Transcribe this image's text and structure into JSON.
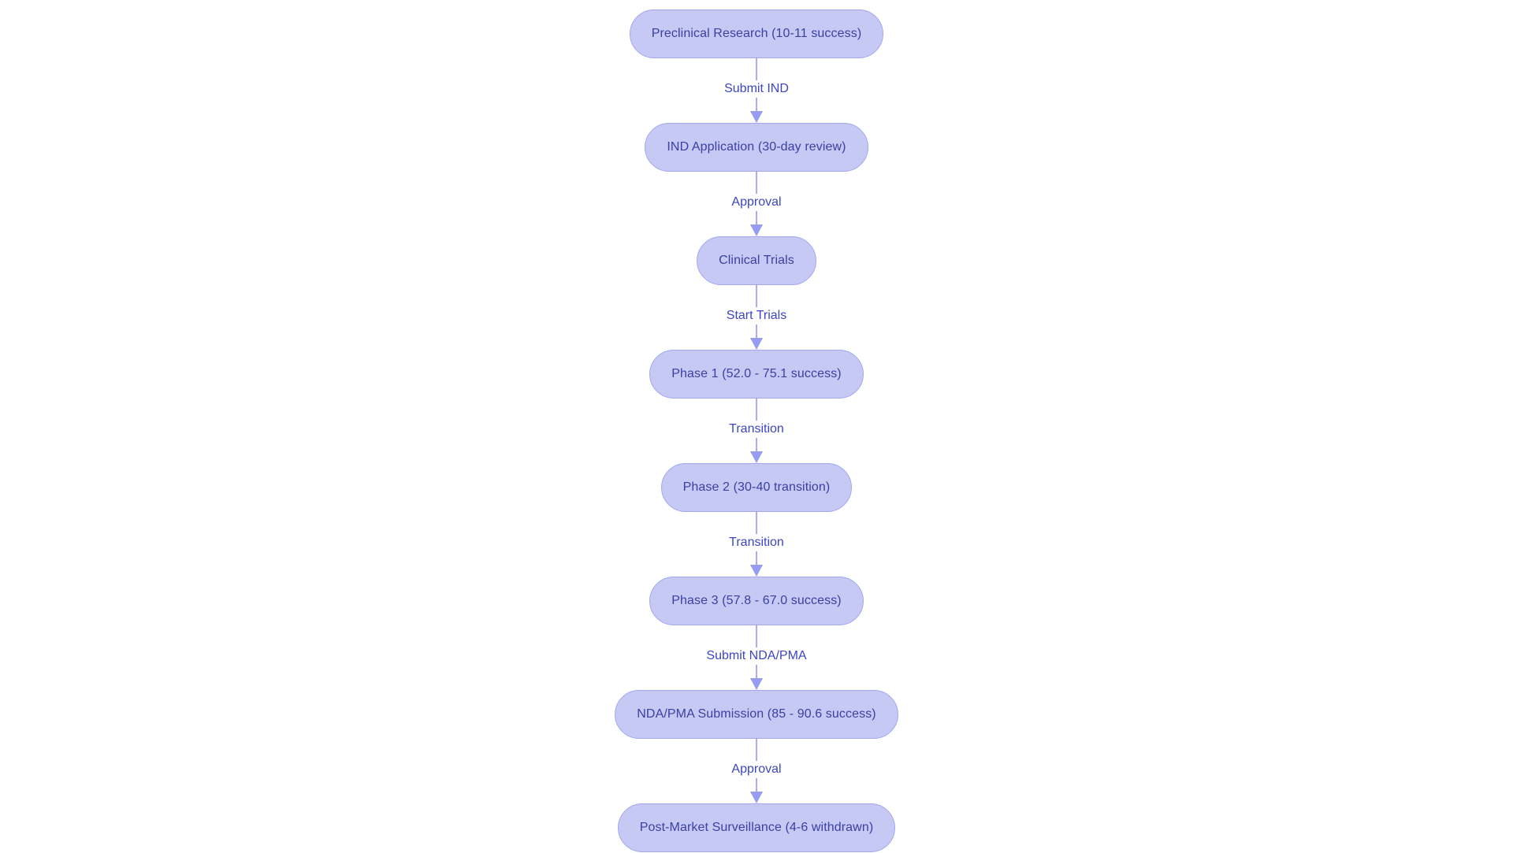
{
  "diagram": {
    "type": "flowchart",
    "direction": "top-down",
    "colors": {
      "canvas_bg": "#ffffff",
      "node_fill": "#c6c9f4",
      "node_border": "#a2a7ef",
      "node_text": "#3a40a3",
      "edge_line": "#a9adf2",
      "edge_arrow": "#959bf0",
      "edge_label_text": "#3d45c6"
    },
    "nodes": [
      {
        "id": "preclinical-research",
        "label": "Preclinical Research (10-11 success)"
      },
      {
        "id": "ind-application",
        "label": "IND Application (30-day review)"
      },
      {
        "id": "clinical-trials",
        "label": "Clinical Trials"
      },
      {
        "id": "phase-1",
        "label": "Phase 1 (52.0 - 75.1 success)"
      },
      {
        "id": "phase-2",
        "label": "Phase 2 (30-40 transition)"
      },
      {
        "id": "phase-3",
        "label": "Phase 3 (57.8 - 67.0 success)"
      },
      {
        "id": "nda-pma-submission",
        "label": "NDA/PMA Submission (85 - 90.6 success)"
      },
      {
        "id": "post-market-surveillance",
        "label": "Post-Market Surveillance (4-6 withdrawn)"
      }
    ],
    "edges": [
      {
        "from": "preclinical-research",
        "to": "ind-application",
        "label": "Submit IND"
      },
      {
        "from": "ind-application",
        "to": "clinical-trials",
        "label": "Approval"
      },
      {
        "from": "clinical-trials",
        "to": "phase-1",
        "label": "Start Trials"
      },
      {
        "from": "phase-1",
        "to": "phase-2",
        "label": "Transition"
      },
      {
        "from": "phase-2",
        "to": "phase-3",
        "label": "Transition"
      },
      {
        "from": "phase-3",
        "to": "nda-pma-submission",
        "label": "Submit NDA/PMA"
      },
      {
        "from": "nda-pma-submission",
        "to": "post-market-surveillance",
        "label": "Approval"
      }
    ]
  }
}
